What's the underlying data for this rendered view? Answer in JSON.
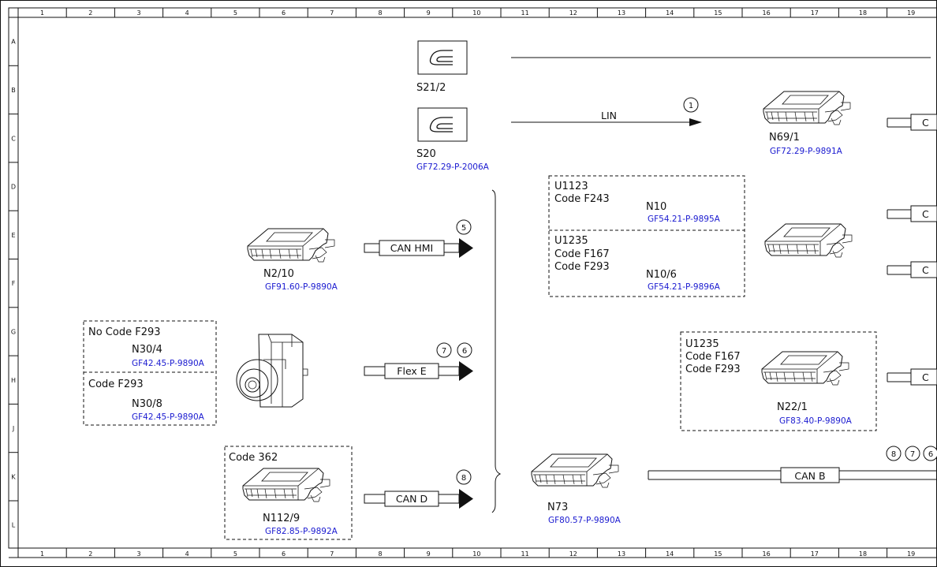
{
  "ruler": {
    "columns": [
      "1",
      "2",
      "3",
      "4",
      "5",
      "6",
      "7",
      "8",
      "9",
      "10",
      "11",
      "12",
      "13",
      "14",
      "15",
      "16",
      "17",
      "18",
      "19"
    ],
    "rows": [
      "A",
      "B",
      "C",
      "D",
      "E",
      "F",
      "G",
      "H",
      "J",
      "K",
      "L"
    ]
  },
  "switches": {
    "s21_2": {
      "label": "S21/2"
    },
    "s20": {
      "label": "S20",
      "ref": "GF72.29-P-2006A"
    }
  },
  "lin_bus": {
    "label": "LIN",
    "marker": "1"
  },
  "n69_1": {
    "label": "N69/1",
    "ref": "GF72.29-P-9891A"
  },
  "n10_box": {
    "u1123": "U1123",
    "code_f243": "Code F243",
    "n10": "N10",
    "n10_ref": "GF54.21-P-9895A",
    "u1235": "U1235",
    "code_f167": "Code F167",
    "code_f293": "Code F293",
    "n10_6": "N10/6",
    "n10_6_ref": "GF54.21-P-9896A"
  },
  "n2_10": {
    "label": "N2/10",
    "ref": "GF91.60-P-9890A"
  },
  "can_hmi": {
    "label": "CAN HMI",
    "marker": "5"
  },
  "camera_box": {
    "no_code": "No Code F293",
    "n30_4": "N30/4",
    "n30_4_ref": "GF42.45-P-9890A",
    "code_f293": "Code F293",
    "n30_8": "N30/8",
    "n30_8_ref": "GF42.45-P-9890A"
  },
  "flex_e": {
    "label": "Flex E",
    "markers": [
      "7",
      "6"
    ]
  },
  "n22_box": {
    "u1235": "U1235",
    "code_f167": "Code F167",
    "code_f293": "Code F293",
    "label": "N22/1",
    "ref": "GF83.40-P-9890A"
  },
  "n112_box": {
    "code": "Code 362",
    "label": "N112/9",
    "ref": "GF82.85-P-9892A"
  },
  "can_d": {
    "label": "CAN D",
    "marker": "8"
  },
  "n73": {
    "label": "N73",
    "ref": "GF80.57-P-9890A"
  },
  "can_b": {
    "label": "CAN B",
    "markers": [
      "8",
      "7",
      "6"
    ]
  },
  "connector_letter": "C"
}
